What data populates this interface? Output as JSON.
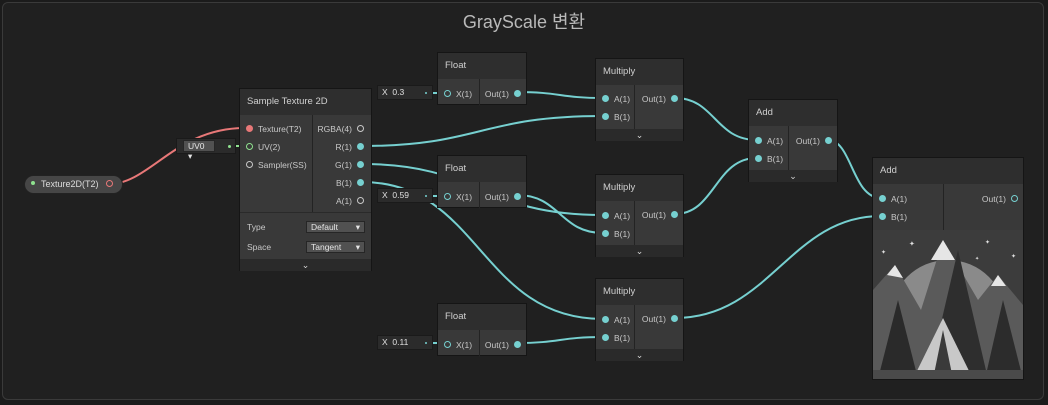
{
  "graph_title": "GrayScale 변환",
  "property_node": {
    "label": "Texture2D(T2)"
  },
  "uv_input": {
    "value": "UV0",
    "arrow": "▾"
  },
  "sample_texture": {
    "title": "Sample Texture 2D",
    "inputs": [
      "Texture(T2)",
      "UV(2)",
      "Sampler(SS)"
    ],
    "outputs": [
      "RGBA(4)",
      "R(1)",
      "G(1)",
      "B(1)",
      "A(1)"
    ],
    "type_label": "Type",
    "type_value": "Default",
    "space_label": "Space",
    "space_value": "Tangent",
    "expand_glyph": "⌄"
  },
  "float_nodes": [
    {
      "title": "Float",
      "x_label": "X",
      "value": "0.3",
      "in_label": "X(1)",
      "out_label": "Out(1)"
    },
    {
      "title": "Float",
      "x_label": "X",
      "value": "0.59",
      "in_label": "X(1)",
      "out_label": "Out(1)"
    },
    {
      "title": "Float",
      "x_label": "X",
      "value": "0.11",
      "in_label": "X(1)",
      "out_label": "Out(1)"
    }
  ],
  "multiply_nodes": [
    {
      "title": "Multiply",
      "a_label": "A(1)",
      "b_label": "B(1)",
      "out_label": "Out(1)"
    },
    {
      "title": "Multiply",
      "a_label": "A(1)",
      "b_label": "B(1)",
      "out_label": "Out(1)"
    },
    {
      "title": "Multiply",
      "a_label": "A(1)",
      "b_label": "B(1)",
      "out_label": "Out(1)"
    }
  ],
  "add_nodes": [
    {
      "title": "Add",
      "a_label": "A(1)",
      "b_label": "B(1)",
      "out_label": "Out(1)"
    },
    {
      "title": "Add",
      "a_label": "A(1)",
      "b_label": "B(1)",
      "out_label": "Out(1)"
    }
  ],
  "colors": {
    "float_wire": "#76d0d0",
    "texture_wire": "#e87878",
    "vector2_wire": "#8fe28f",
    "node_body": "#393939",
    "node_header": "#2e2e2e"
  },
  "preview": {
    "icon": "grayscale-mountain-tent-illustration"
  }
}
